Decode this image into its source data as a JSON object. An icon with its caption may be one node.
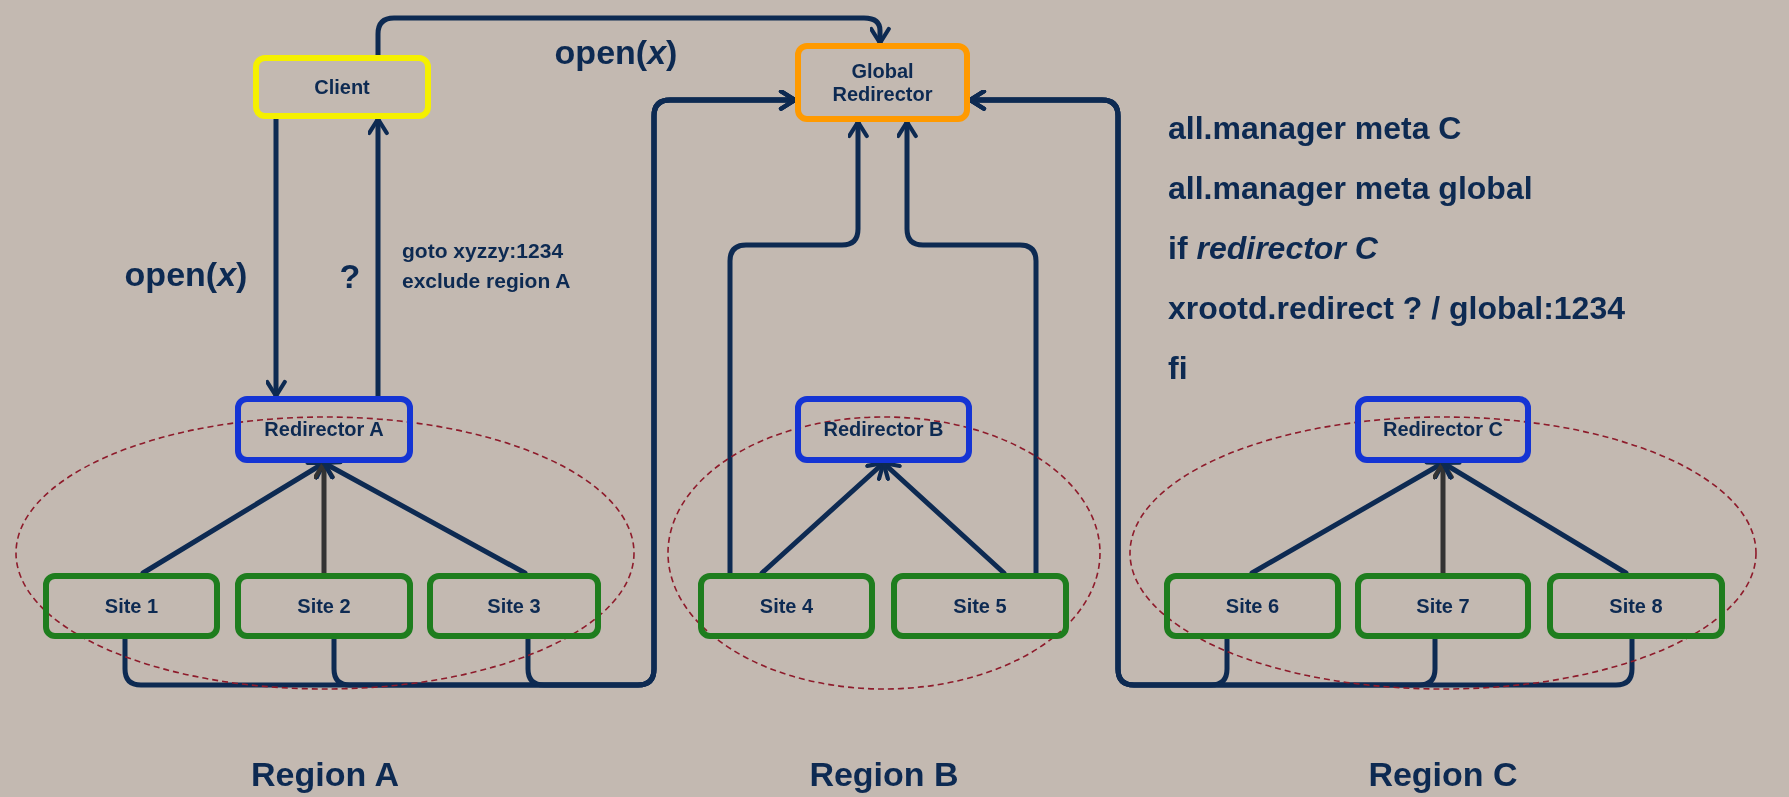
{
  "diagram": {
    "nodes": [
      {
        "text": [
          "Client"
        ]
      },
      {
        "text": [
          "Global Redirector"
        ]
      },
      {
        "text": [
          "Region A"
        ]
      },
      {
        "text": [
          "Redirector A"
        ]
      },
      {
        "text": [
          "Site 1"
        ],
        "in": 2
      },
      {
        "text": [
          "Site 2"
        ],
        "in": 2
      },
      {
        "text": [
          "Site 3"
        ],
        "in": 2
      },
      {
        "text": [
          "Region B"
        ]
      },
      {
        "text": [
          "Redirector B"
        ]
      },
      {
        "text": [
          "Site 4"
        ],
        "in": 7
      },
      {
        "text": [
          "Site 5"
        ],
        "in": 7
      },
      {
        "text": [
          "Region C"
        ]
      },
      {
        "text": [
          "Redirector C"
        ]
      },
      {
        "text": [
          "Site 6"
        ],
        "in": 11
      },
      {
        "text": [
          "Site 7"
        ],
        "in": 11
      },
      {
        "text": [
          "Site 8"
        ],
        "in": 11
      }
    ],
    "edges": [
      {
        "from": 0,
        "to": 1,
        "arrow": "to",
        "label": "open(*x*)"
      },
      {
        "from": 0,
        "to": 3,
        "arrow": "to",
        "label": "open(*x*)"
      },
      {
        "from": 3,
        "to": 0,
        "arrow": "to",
        "label": "?"
      },
      {
        "from": 4,
        "to": 3,
        "arrow": "to"
      },
      {
        "from": 5,
        "to": 3,
        "arrow": "to",
        "color": "#333333"
      },
      {
        "from": 6,
        "to": 3,
        "arrow": "to"
      },
      {
        "from": 9,
        "to": 8,
        "arrow": "to"
      },
      {
        "from": 10,
        "to": 8,
        "arrow": "to"
      },
      {
        "from": 13,
        "to": 12,
        "arrow": "to"
      },
      {
        "from": 14,
        "to": 12,
        "arrow": "to",
        "color": "#333333"
      },
      {
        "from": 15,
        "to": 12,
        "arrow": "to"
      },
      {
        "from": 4,
        "to": 1,
        "arrow": "to"
      },
      {
        "from": 5,
        "to": 1,
        "arrow": "to"
      },
      {
        "from": 6,
        "to": 1,
        "arrow": "to"
      },
      {
        "from": 9,
        "to": 1,
        "arrow": "to"
      },
      {
        "from": 10,
        "to": 1,
        "arrow": "to"
      },
      {
        "from": 13,
        "to": 1,
        "arrow": "to"
      },
      {
        "from": 14,
        "to": 1,
        "arrow": "to"
      },
      {
        "from": 15,
        "to": 1,
        "arrow": "to"
      }
    ],
    "labels": [
      "all.manager meta C",
      "all.manager meta global",
      "if *redirector C*",
      "goto xyzzy:1234 exclude region A",
      "xrootd.redirect ? / global:1234",
      "fi"
    ]
  }
}
